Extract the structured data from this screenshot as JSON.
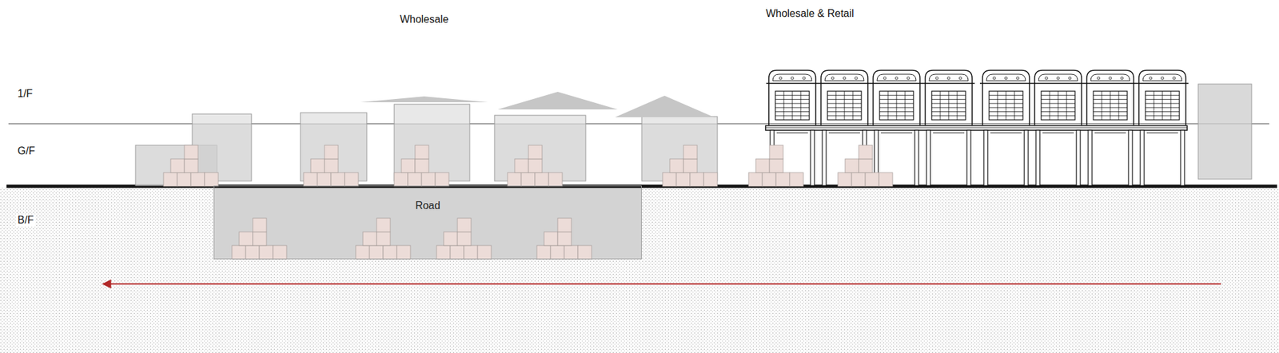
{
  "diagram": {
    "nodes": [
      {
        "text": [
          "Road"
        ]
      }
    ],
    "labels": [
      "Wholesale",
      "Wholesale & Retail",
      "1/F",
      "G/F",
      "B/F"
    ]
  }
}
